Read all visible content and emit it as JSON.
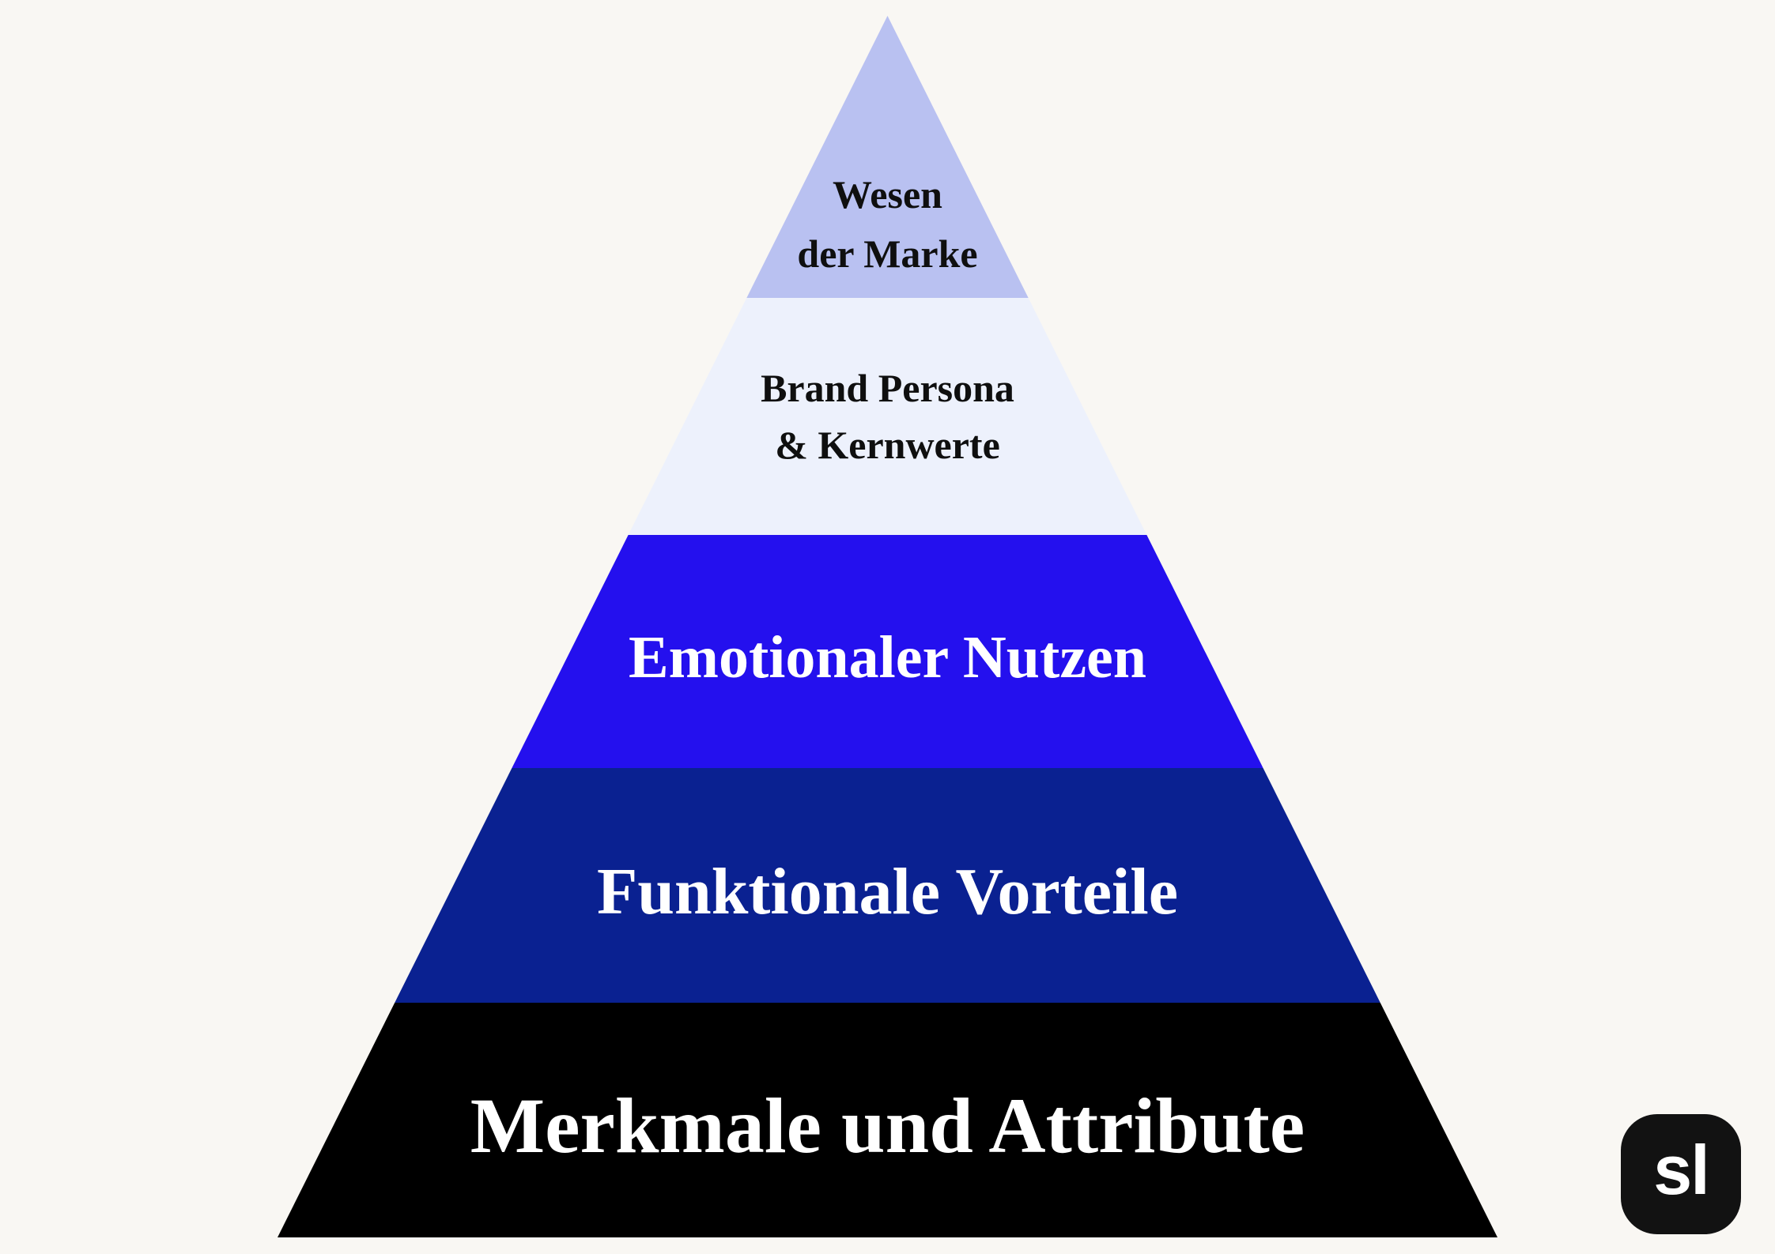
{
  "background_color": "#f9f7f3",
  "pyramid": {
    "levels": [
      {
        "line1": "Wesen",
        "line2": "der Marke",
        "color": "#b9c1f1",
        "text_color": "#0f0f0f"
      },
      {
        "line1": "Brand Persona",
        "line2": "& Kernwerte",
        "color": "#edf1fc",
        "text_color": "#0f0f0f"
      },
      {
        "label": "Emotionaler Nutzen",
        "color": "#2410ee",
        "text_color": "#ffffff"
      },
      {
        "label": "Funktionale Vorteile",
        "color": "#0a2191",
        "text_color": "#ffffff"
      },
      {
        "label": "Merkmale und Attribute",
        "color": "#000000",
        "text_color": "#ffffff"
      }
    ]
  },
  "logo": {
    "text": "sl",
    "background_color": "#121212",
    "text_color": "#ffffff"
  }
}
